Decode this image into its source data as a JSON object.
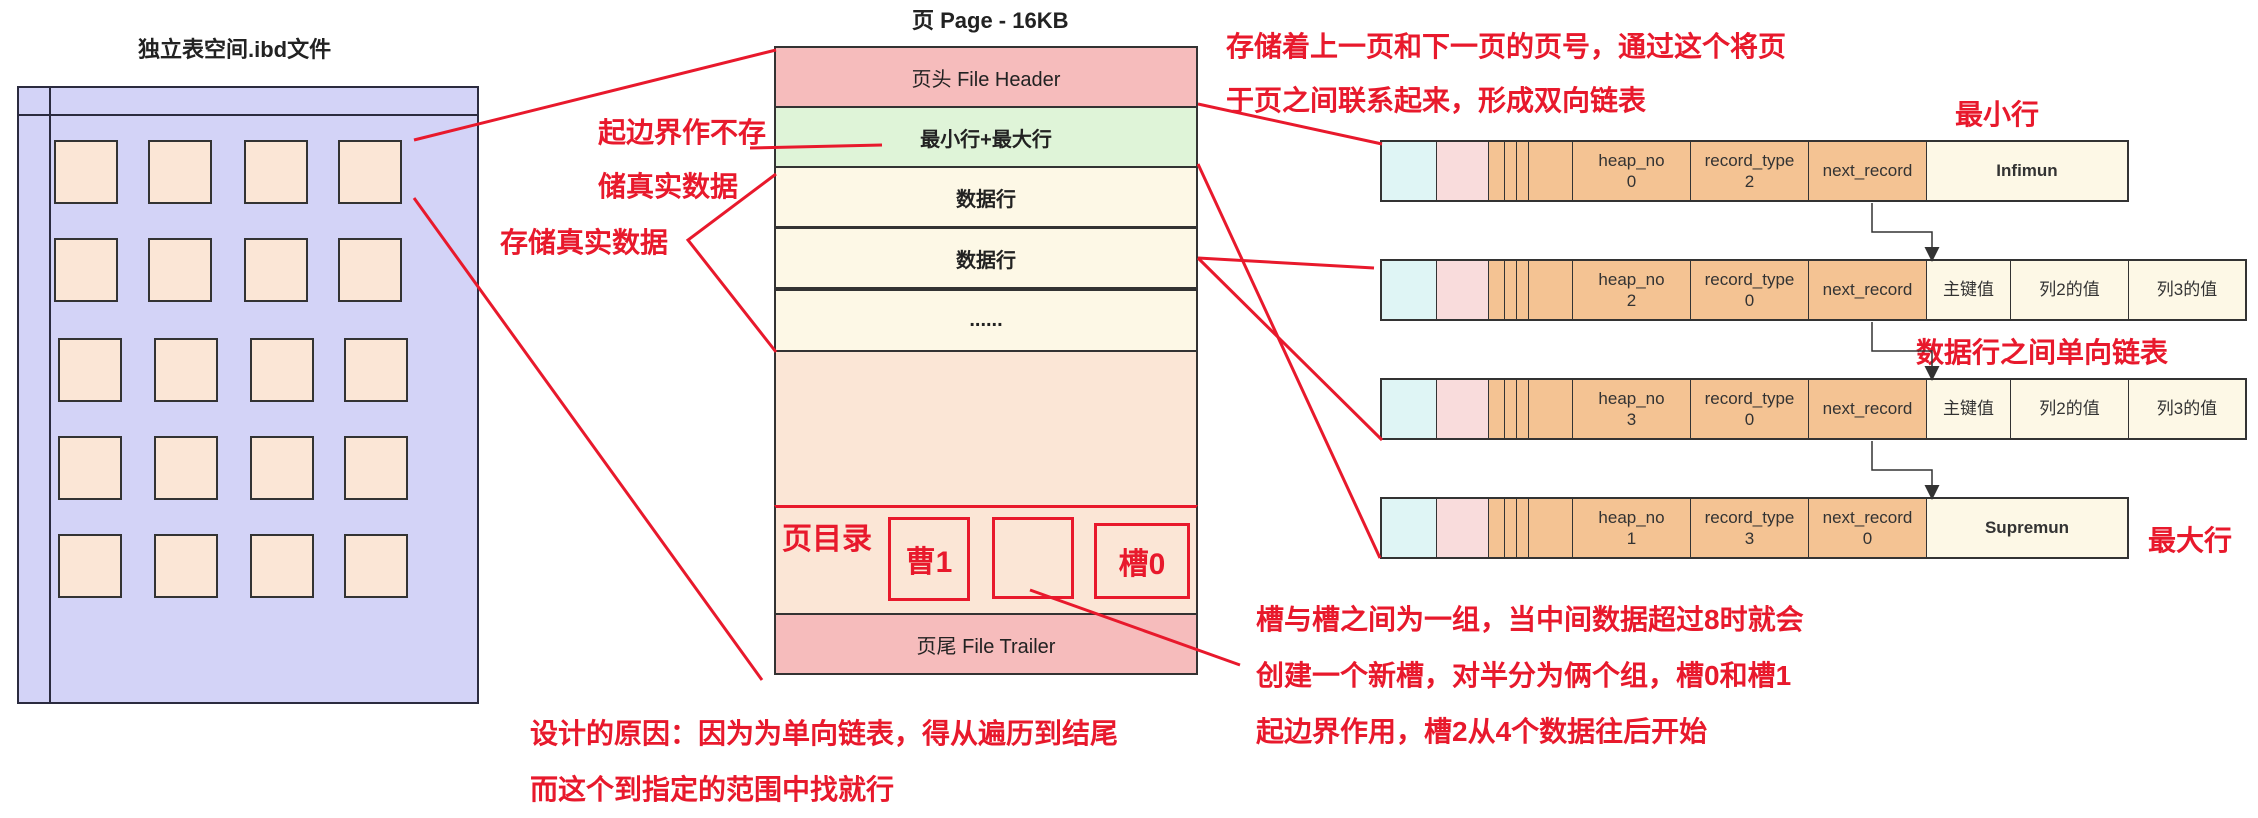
{
  "ibd": {
    "title": "独立表空间.ibd文件"
  },
  "page": {
    "title": "页 Page - 16KB",
    "header": "页头 File Header",
    "minmax": "最小行+最大行",
    "rows": [
      "数据行",
      "数据行",
      "......"
    ],
    "trailer": "页尾 File Trailer",
    "directory": {
      "label": "页目录",
      "slots": [
        "曹1",
        "",
        "槽0"
      ]
    }
  },
  "annotations": {
    "header_note": [
      "存储着上一页和下一页的页号，通过这个将页",
      "于页之间联系起来，形成双向链表"
    ],
    "minmax_note": [
      "起边界作不存",
      "储真实数据"
    ],
    "data_note": "存储真实数据",
    "min_row": "最小行",
    "max_row": "最大行",
    "linked_list": "数据行之间单向链表",
    "slot_note": [
      "槽与槽之间为一组，当中间数据超过8时就会",
      "创建一个新槽，对半分为俩个组，槽0和槽1",
      "起边界作用，槽2从4个数据往后开始"
    ],
    "design_note": [
      "设计的原因：因为为单向链表，得从遍历到结尾",
      "而这个到指定的范围中找就行"
    ]
  },
  "records": [
    {
      "heap_no": [
        "heap_no",
        "0"
      ],
      "record_type": [
        "record_type",
        "2"
      ],
      "next_record": [
        "next_record"
      ],
      "tail": [
        "Infimun"
      ]
    },
    {
      "heap_no": [
        "heap_no",
        "2"
      ],
      "record_type": [
        "record_type",
        "0"
      ],
      "next_record": [
        "next_record"
      ],
      "tail": [
        "主键值",
        "列2的值",
        "列3的值"
      ]
    },
    {
      "heap_no": [
        "heap_no",
        "3"
      ],
      "record_type": [
        "record_type",
        "0"
      ],
      "next_record": [
        "next_record"
      ],
      "tail": [
        "主键值",
        "列2的值",
        "列3的值"
      ]
    },
    {
      "heap_no": [
        "heap_no",
        "1"
      ],
      "record_type": [
        "record_type",
        "3"
      ],
      "next_record": [
        "next_record",
        "0"
      ],
      "tail": [
        "Supremun"
      ]
    }
  ],
  "colors": {
    "annotation": "#e8192c",
    "ibd_fill": "#d3d3f7",
    "page_header": "#f6bcbc",
    "record_header": "#f4c393"
  }
}
